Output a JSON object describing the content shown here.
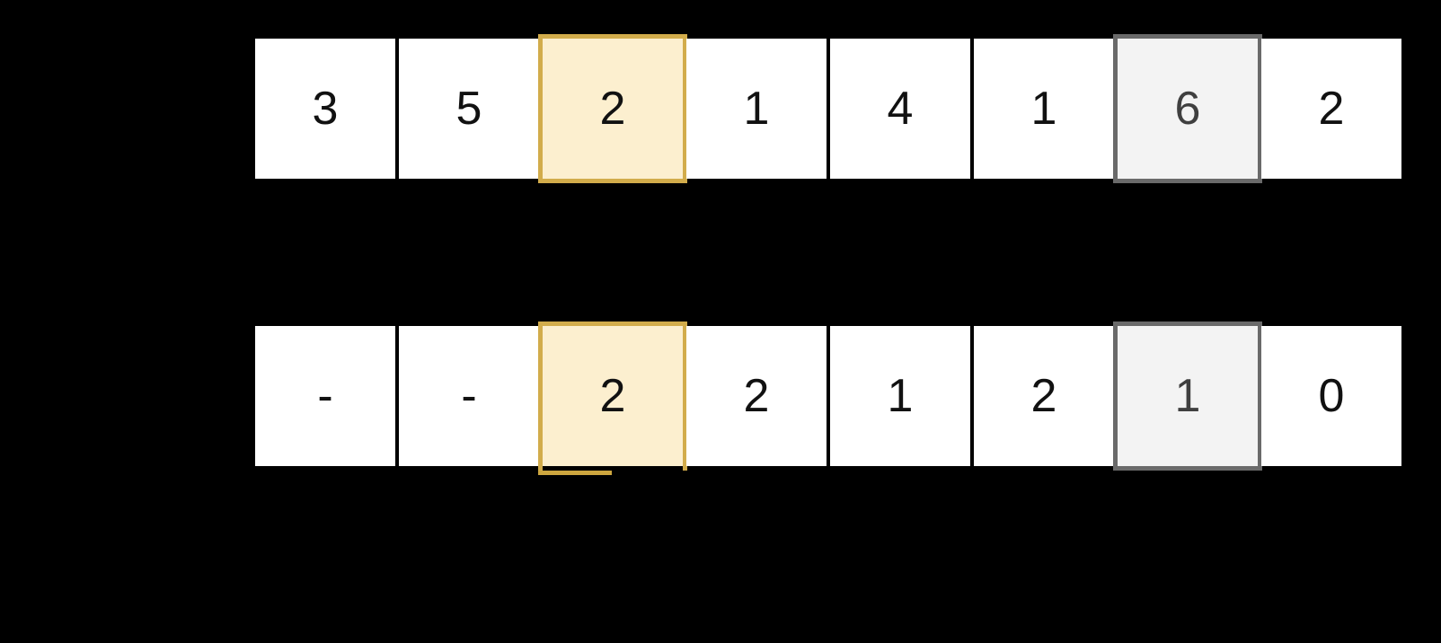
{
  "figure": {
    "description": "Two horizontal arrays of square cells on a black background",
    "background_color": "#000000",
    "rows": [
      {
        "name": "top-array",
        "cells": [
          {
            "value": "3",
            "style": "plain"
          },
          {
            "value": "5",
            "style": "plain"
          },
          {
            "value": "2",
            "style": "yellow-highlight"
          },
          {
            "value": "1",
            "style": "plain"
          },
          {
            "value": "4",
            "style": "plain"
          },
          {
            "value": "1",
            "style": "plain"
          },
          {
            "value": "6",
            "style": "gray-highlight"
          },
          {
            "value": "2",
            "style": "plain"
          }
        ],
        "yellow_highlight_index": 2,
        "gray_highlight_index": 6
      },
      {
        "name": "bottom-array",
        "cells": [
          {
            "value": "-",
            "style": "plain"
          },
          {
            "value": "-",
            "style": "plain"
          },
          {
            "value": "2",
            "style": "yellow-highlight-partial-bottom-border"
          },
          {
            "value": "2",
            "style": "plain"
          },
          {
            "value": "1",
            "style": "plain"
          },
          {
            "value": "2",
            "style": "plain"
          },
          {
            "value": "1",
            "style": "gray-highlight"
          },
          {
            "value": "0",
            "style": "plain"
          }
        ],
        "yellow_highlight_index": 2,
        "gray_highlight_index": 6
      }
    ],
    "colors": {
      "cell_fill": "#FFFFFF",
      "cell_text": "#111111",
      "yellow_fill": "#FCEFCF",
      "yellow_border": "#D2AC4B",
      "gray_fill": "#F3F3F3",
      "gray_border": "#6A6A6A",
      "gray_text": "#3F3F3F"
    }
  }
}
